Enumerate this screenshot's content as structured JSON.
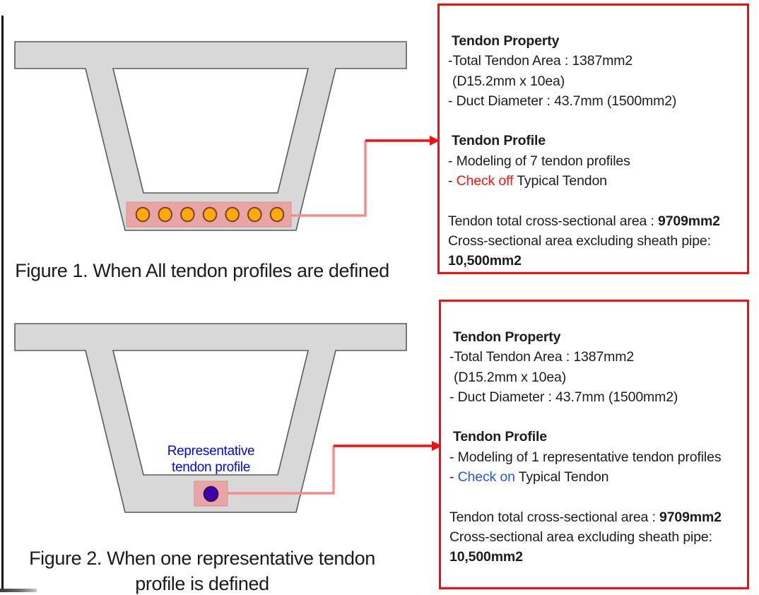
{
  "figure1": {
    "caption": "Figure 1. When All tendon profiles are defined",
    "tendon_count": 7,
    "info_box": {
      "property_heading": "Tendon Property",
      "property_lines": [
        "-Total Tendon Area : 1387mm2",
        "(D15.2mm x 10ea)",
        "- Duct Diameter : 43.7mm (1500mm2)"
      ],
      "profile_heading": "Tendon Profile",
      "profile_line": "- Modeling of 7 tendon profiles",
      "check": {
        "prefix": "- ",
        "highlight": "Check off",
        "suffix": " Typical Tendon",
        "highlight_color": "#fb1410"
      },
      "total_label": "Tendon total cross-sectional area : ",
      "total_value": "9709mm2",
      "excluding_label": "Cross-sectional area excluding sheath pipe:",
      "excluding_value": "10,500mm2"
    }
  },
  "figure2": {
    "caption_line1": "Figure 2. When one representative tendon",
    "caption_line2": "profile is defined",
    "tendon_count": 1,
    "label": {
      "line1": "Representative",
      "line2": "tendon profile",
      "color": "#0007f2"
    },
    "info_box": {
      "property_heading": "Tendon Property",
      "property_lines": [
        "-Total Tendon Area : 1387mm2",
        "(D15.2mm x 10ea)",
        "- Duct Diameter : 43.7mm (1500mm2)"
      ],
      "profile_heading": "Tendon Profile",
      "profile_line": "- Modeling of 1 representative tendon profiles",
      "check": {
        "prefix": "- ",
        "highlight": "Check on",
        "suffix": " Typical Tendon",
        "highlight_color": "#2953f1"
      },
      "total_label": "Tendon total cross-sectional area : ",
      "total_value": "9709mm2",
      "excluding_label": "Cross-sectional area excluding sheath pipe:",
      "excluding_value": "10,500mm2"
    }
  },
  "colors": {
    "box_border": "#fb0b0b",
    "arrow_red": "#fb0b0b",
    "arrow_salmon": "#f78a8a",
    "girder_fill": "#d8d8d8",
    "girder_stroke": "#5b5b5b",
    "tendon_zone_fill": "#e9a5a5",
    "tendon_circle_fill": "#fdaa02",
    "tendon_circle_stroke": "#7a4030",
    "representative_tendon_fill": "#4100a7"
  }
}
